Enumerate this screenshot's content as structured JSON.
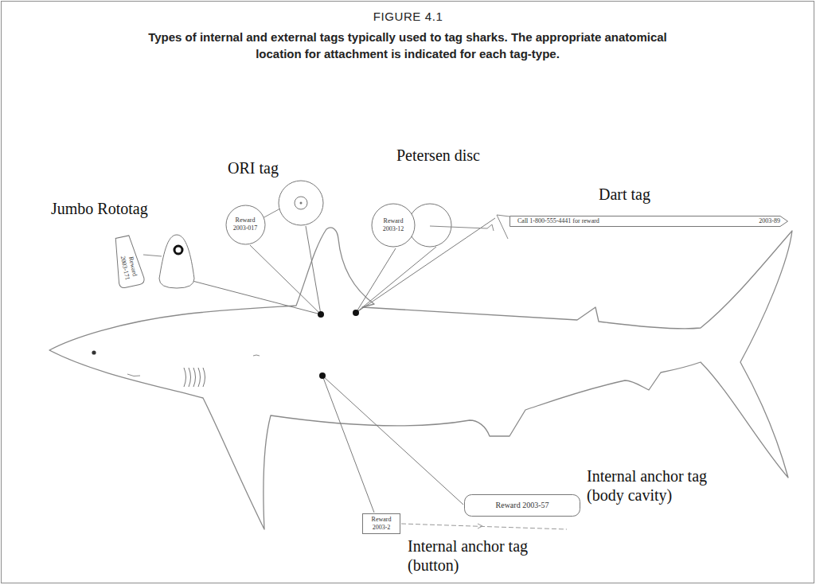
{
  "diagram": {
    "title": "FIGURE 4.1",
    "caption": "Types of internal and external tags typically used to tag sharks. The appropriate anatomical location for attachment is indicated for each tag-type.",
    "nodes": [
      {
        "text": [
          "Reward 2003-171"
        ]
      },
      {
        "text": [
          "Reward 2003-017"
        ]
      },
      {
        "text": [
          "Reward 2003-12"
        ]
      },
      {
        "text": [
          "Call 1-800-555-4441 for reward",
          "2003-89"
        ]
      },
      {
        "text": [
          "Reward 2003-57"
        ]
      },
      {
        "text": [
          "Reward 2003-2"
        ]
      }
    ],
    "labels": [
      "Jumbo Rototag",
      "ORI tag",
      "Petersen disc",
      "Dart tag",
      "Internal anchor tag (body cavity)",
      "Internal anchor tag (button)"
    ]
  }
}
